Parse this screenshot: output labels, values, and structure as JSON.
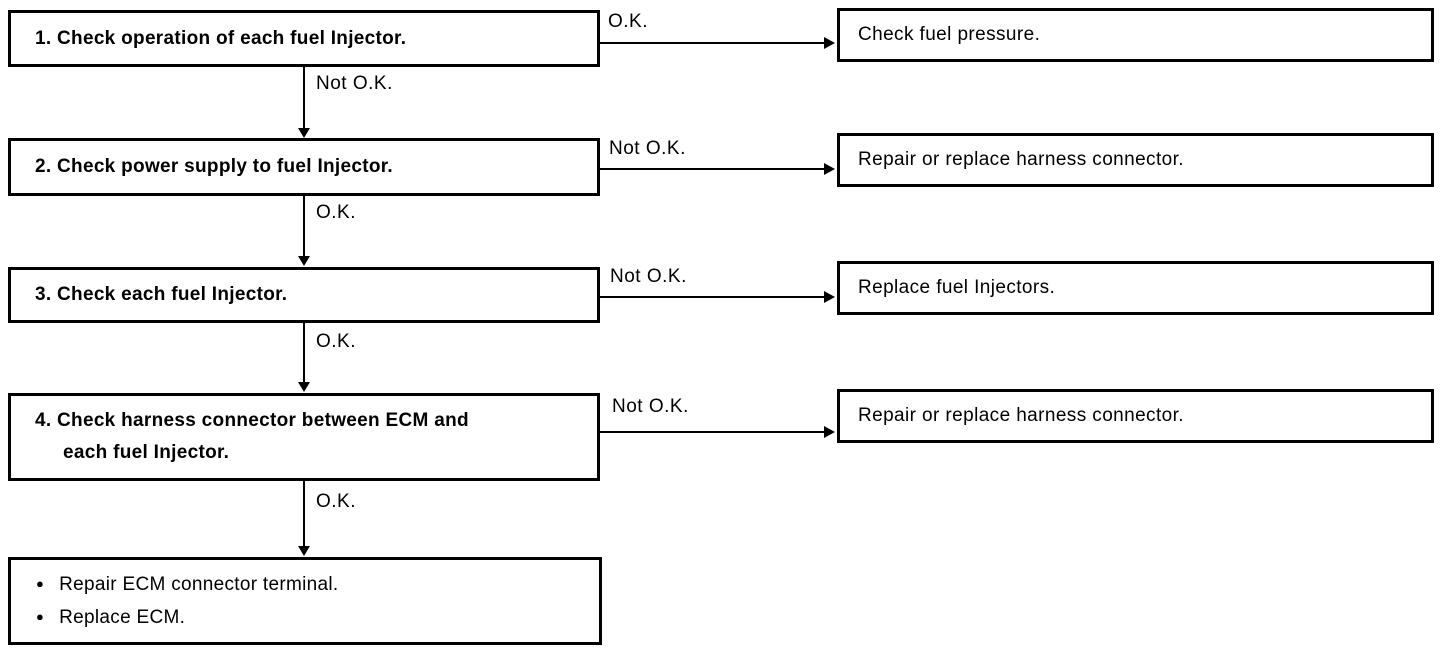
{
  "diagram": {
    "type": "troubleshooting-flowchart",
    "ink_color": "#000000",
    "background_color": "#ffffff",
    "steps": [
      {
        "line1": "1. Check operation of each fuel Injector.",
        "right_label": "O.K.",
        "down_label": "Not O.K.",
        "result": "Check fuel pressure."
      },
      {
        "line1": "2. Check power supply to fuel Injector.",
        "right_label": "Not O.K.",
        "down_label": "O.K.",
        "result": "Repair or replace harness connector."
      },
      {
        "line1": "3. Check each fuel Injector.",
        "right_label": "Not O.K.",
        "down_label": "O.K.",
        "result": "Replace fuel Injectors."
      },
      {
        "line1": "4. Check harness connector between ECM and",
        "line2": "each fuel Injector.",
        "right_label": "Not O.K.",
        "down_label": "O.K.",
        "result": "Repair or replace harness connector."
      }
    ],
    "final_box": {
      "items": [
        {
          "bullet": "●",
          "text": "Repair ECM connector terminal."
        },
        {
          "bullet": "●",
          "text": "Replace ECM."
        }
      ]
    }
  }
}
